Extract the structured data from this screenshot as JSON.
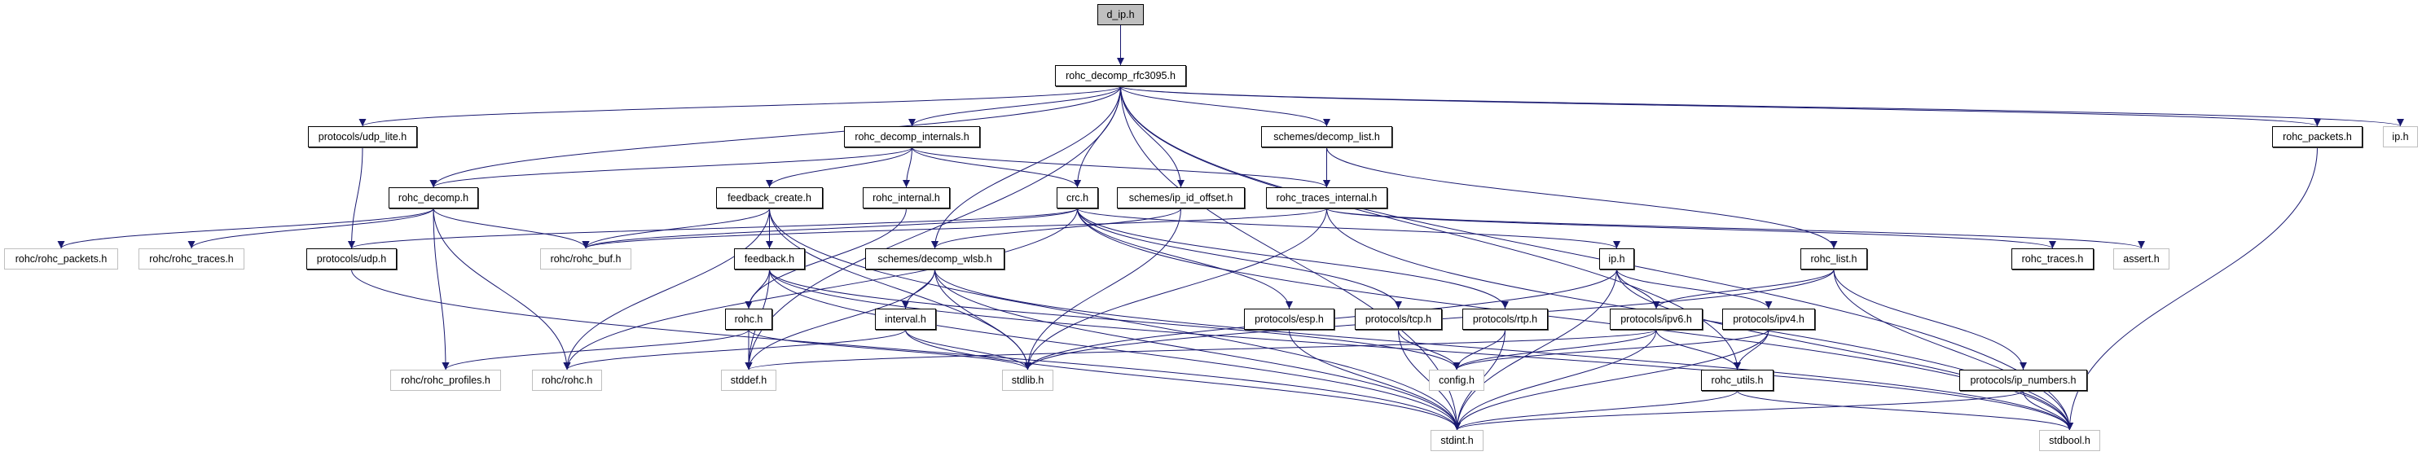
{
  "graph": {
    "edge_color": "#191970",
    "root_fill": "#bfbfbf",
    "undocumented_border": "#bfbfbf",
    "nodes": [
      {
        "id": "d_ip",
        "label": "d_ip.h",
        "kind": "root"
      },
      {
        "id": "rfc3095",
        "label": "rohc_decomp_rfc3095.h",
        "kind": "doc"
      },
      {
        "id": "udp_lite",
        "label": "protocols/udp_lite.h",
        "kind": "doc"
      },
      {
        "id": "decomp_internals",
        "label": "rohc_decomp_internals.h",
        "kind": "doc"
      },
      {
        "id": "decomp_list",
        "label": "schemes/decomp_list.h",
        "kind": "doc"
      },
      {
        "id": "rohc_packets",
        "label": "rohc_packets.h",
        "kind": "doc"
      },
      {
        "id": "ip_sys",
        "label": "ip.h",
        "kind": "undoc"
      },
      {
        "id": "rohc_decomp",
        "label": "rohc_decomp.h",
        "kind": "doc"
      },
      {
        "id": "feedback_create",
        "label": "feedback_create.h",
        "kind": "doc"
      },
      {
        "id": "rohc_internal",
        "label": "rohc_internal.h",
        "kind": "doc"
      },
      {
        "id": "crc",
        "label": "crc.h",
        "kind": "doc"
      },
      {
        "id": "ip_id_offset",
        "label": "schemes/ip_id_offset.h",
        "kind": "doc"
      },
      {
        "id": "traces_internal",
        "label": "rohc_traces_internal.h",
        "kind": "doc"
      },
      {
        "id": "r_rohc_packets",
        "label": "rohc/rohc_packets.h",
        "kind": "undoc"
      },
      {
        "id": "r_rohc_traces",
        "label": "rohc/rohc_traces.h",
        "kind": "undoc"
      },
      {
        "id": "udp",
        "label": "protocols/udp.h",
        "kind": "doc"
      },
      {
        "id": "r_rohc_buf",
        "label": "rohc/rohc_buf.h",
        "kind": "undoc"
      },
      {
        "id": "feedback",
        "label": "feedback.h",
        "kind": "doc"
      },
      {
        "id": "decomp_wlsb",
        "label": "schemes/decomp_wlsb.h",
        "kind": "doc"
      },
      {
        "id": "ip",
        "label": "ip.h",
        "kind": "doc"
      },
      {
        "id": "rohc_list",
        "label": "rohc_list.h",
        "kind": "doc"
      },
      {
        "id": "rohc_traces",
        "label": "rohc_traces.h",
        "kind": "doc"
      },
      {
        "id": "assert",
        "label": "assert.h",
        "kind": "undoc"
      },
      {
        "id": "rohc",
        "label": "rohc.h",
        "kind": "doc"
      },
      {
        "id": "interval",
        "label": "interval.h",
        "kind": "doc"
      },
      {
        "id": "esp",
        "label": "protocols/esp.h",
        "kind": "doc"
      },
      {
        "id": "tcp",
        "label": "protocols/tcp.h",
        "kind": "doc"
      },
      {
        "id": "rtp",
        "label": "protocols/rtp.h",
        "kind": "doc"
      },
      {
        "id": "ipv6",
        "label": "protocols/ipv6.h",
        "kind": "doc"
      },
      {
        "id": "ipv4",
        "label": "protocols/ipv4.h",
        "kind": "doc"
      },
      {
        "id": "r_rohc_profiles",
        "label": "rohc/rohc_profiles.h",
        "kind": "undoc"
      },
      {
        "id": "r_rohc",
        "label": "rohc/rohc.h",
        "kind": "undoc"
      },
      {
        "id": "stddef",
        "label": "stddef.h",
        "kind": "undoc"
      },
      {
        "id": "stdlib",
        "label": "stdlib.h",
        "kind": "undoc"
      },
      {
        "id": "config",
        "label": "config.h",
        "kind": "undoc"
      },
      {
        "id": "rohc_utils",
        "label": "rohc_utils.h",
        "kind": "doc"
      },
      {
        "id": "ip_numbers",
        "label": "protocols/ip_numbers.h",
        "kind": "doc"
      },
      {
        "id": "stdint",
        "label": "stdint.h",
        "kind": "undoc"
      },
      {
        "id": "stdbool",
        "label": "stdbool.h",
        "kind": "undoc"
      }
    ],
    "edges": [
      [
        "d_ip",
        "rfc3095"
      ],
      [
        "rfc3095",
        "udp_lite"
      ],
      [
        "rfc3095",
        "rohc_decomp"
      ],
      [
        "rfc3095",
        "decomp_internals"
      ],
      [
        "rfc3095",
        "crc"
      ],
      [
        "rfc3095",
        "ip_id_offset"
      ],
      [
        "rfc3095",
        "decomp_list"
      ],
      [
        "rfc3095",
        "decomp_wlsb"
      ],
      [
        "rfc3095",
        "stddef"
      ],
      [
        "rfc3095",
        "rohc_packets"
      ],
      [
        "rfc3095",
        "ip_sys"
      ],
      [
        "rfc3095",
        "stdbool"
      ],
      [
        "rfc3095",
        "rohc_utils"
      ],
      [
        "rfc3095",
        "stdint"
      ],
      [
        "udp_lite",
        "udp"
      ],
      [
        "udp",
        "stdint"
      ],
      [
        "rohc_decomp",
        "r_rohc_packets"
      ],
      [
        "rohc_decomp",
        "r_rohc_traces"
      ],
      [
        "rohc_decomp",
        "r_rohc_profiles"
      ],
      [
        "rohc_decomp",
        "r_rohc"
      ],
      [
        "rohc_decomp",
        "r_rohc_buf"
      ],
      [
        "decomp_internals",
        "rohc_decomp"
      ],
      [
        "decomp_internals",
        "feedback_create"
      ],
      [
        "decomp_internals",
        "rohc_internal"
      ],
      [
        "decomp_internals",
        "crc"
      ],
      [
        "decomp_internals",
        "traces_internal"
      ],
      [
        "feedback_create",
        "feedback"
      ],
      [
        "feedback_create",
        "r_rohc_buf"
      ],
      [
        "feedback_create",
        "r_rohc"
      ],
      [
        "feedback_create",
        "stdint"
      ],
      [
        "feedback_create",
        "stdlib"
      ],
      [
        "feedback",
        "rohc"
      ],
      [
        "feedback",
        "stddef"
      ],
      [
        "feedback",
        "stdint"
      ],
      [
        "feedback",
        "config"
      ],
      [
        "feedback",
        "stdbool"
      ],
      [
        "rohc",
        "r_rohc_profiles"
      ],
      [
        "rohc",
        "stddef"
      ],
      [
        "rohc",
        "stdlib"
      ],
      [
        "rohc_internal",
        "rohc"
      ],
      [
        "crc",
        "r_rohc_buf"
      ],
      [
        "crc",
        "udp"
      ],
      [
        "crc",
        "ip"
      ],
      [
        "crc",
        "esp"
      ],
      [
        "crc",
        "tcp"
      ],
      [
        "crc",
        "rtp"
      ],
      [
        "crc",
        "stdbool"
      ],
      [
        "crc",
        "r_rohc"
      ],
      [
        "ip_id_offset",
        "decomp_wlsb"
      ],
      [
        "ip_id_offset",
        "stdlib"
      ],
      [
        "traces_internal",
        "r_rohc_buf"
      ],
      [
        "traces_internal",
        "rohc_traces"
      ],
      [
        "traces_internal",
        "assert"
      ],
      [
        "traces_internal",
        "stdbool"
      ],
      [
        "traces_internal",
        "stdlib"
      ],
      [
        "decomp_list",
        "traces_internal"
      ],
      [
        "decomp_list",
        "rohc_list"
      ],
      [
        "decomp_wlsb",
        "interval"
      ],
      [
        "decomp_wlsb",
        "stdlib"
      ],
      [
        "decomp_wlsb",
        "stddef"
      ],
      [
        "decomp_wlsb",
        "stdint"
      ],
      [
        "decomp_wlsb",
        "stdbool"
      ],
      [
        "interval",
        "stdlib"
      ],
      [
        "interval",
        "stdint"
      ],
      [
        "interval",
        "r_rohc"
      ],
      [
        "ip",
        "stdlib"
      ],
      [
        "ip",
        "ipv6"
      ],
      [
        "ip",
        "ipv4"
      ],
      [
        "ip",
        "stdint"
      ],
      [
        "ip",
        "stdbool"
      ],
      [
        "rohc_list",
        "ipv6"
      ],
      [
        "rohc_list",
        "stdlib"
      ],
      [
        "rohc_list",
        "ip_numbers"
      ],
      [
        "rohc_list",
        "stdbool"
      ],
      [
        "esp",
        "stdint"
      ],
      [
        "tcp",
        "config"
      ],
      [
        "tcp",
        "stdint"
      ],
      [
        "rtp",
        "config"
      ],
      [
        "rtp",
        "stdint"
      ],
      [
        "ipv6",
        "rohc_utils"
      ],
      [
        "ipv6",
        "config"
      ],
      [
        "ipv6",
        "stdint"
      ],
      [
        "ipv6",
        "stddef"
      ],
      [
        "ipv4",
        "rohc_utils"
      ],
      [
        "ipv4",
        "config"
      ],
      [
        "ipv4",
        "stdint"
      ],
      [
        "rohc_utils",
        "stdint"
      ],
      [
        "rohc_utils",
        "stdbool"
      ],
      [
        "ip_numbers",
        "stdint"
      ],
      [
        "ip_numbers",
        "stdbool"
      ],
      [
        "rohc_packets",
        "stdbool"
      ]
    ]
  }
}
